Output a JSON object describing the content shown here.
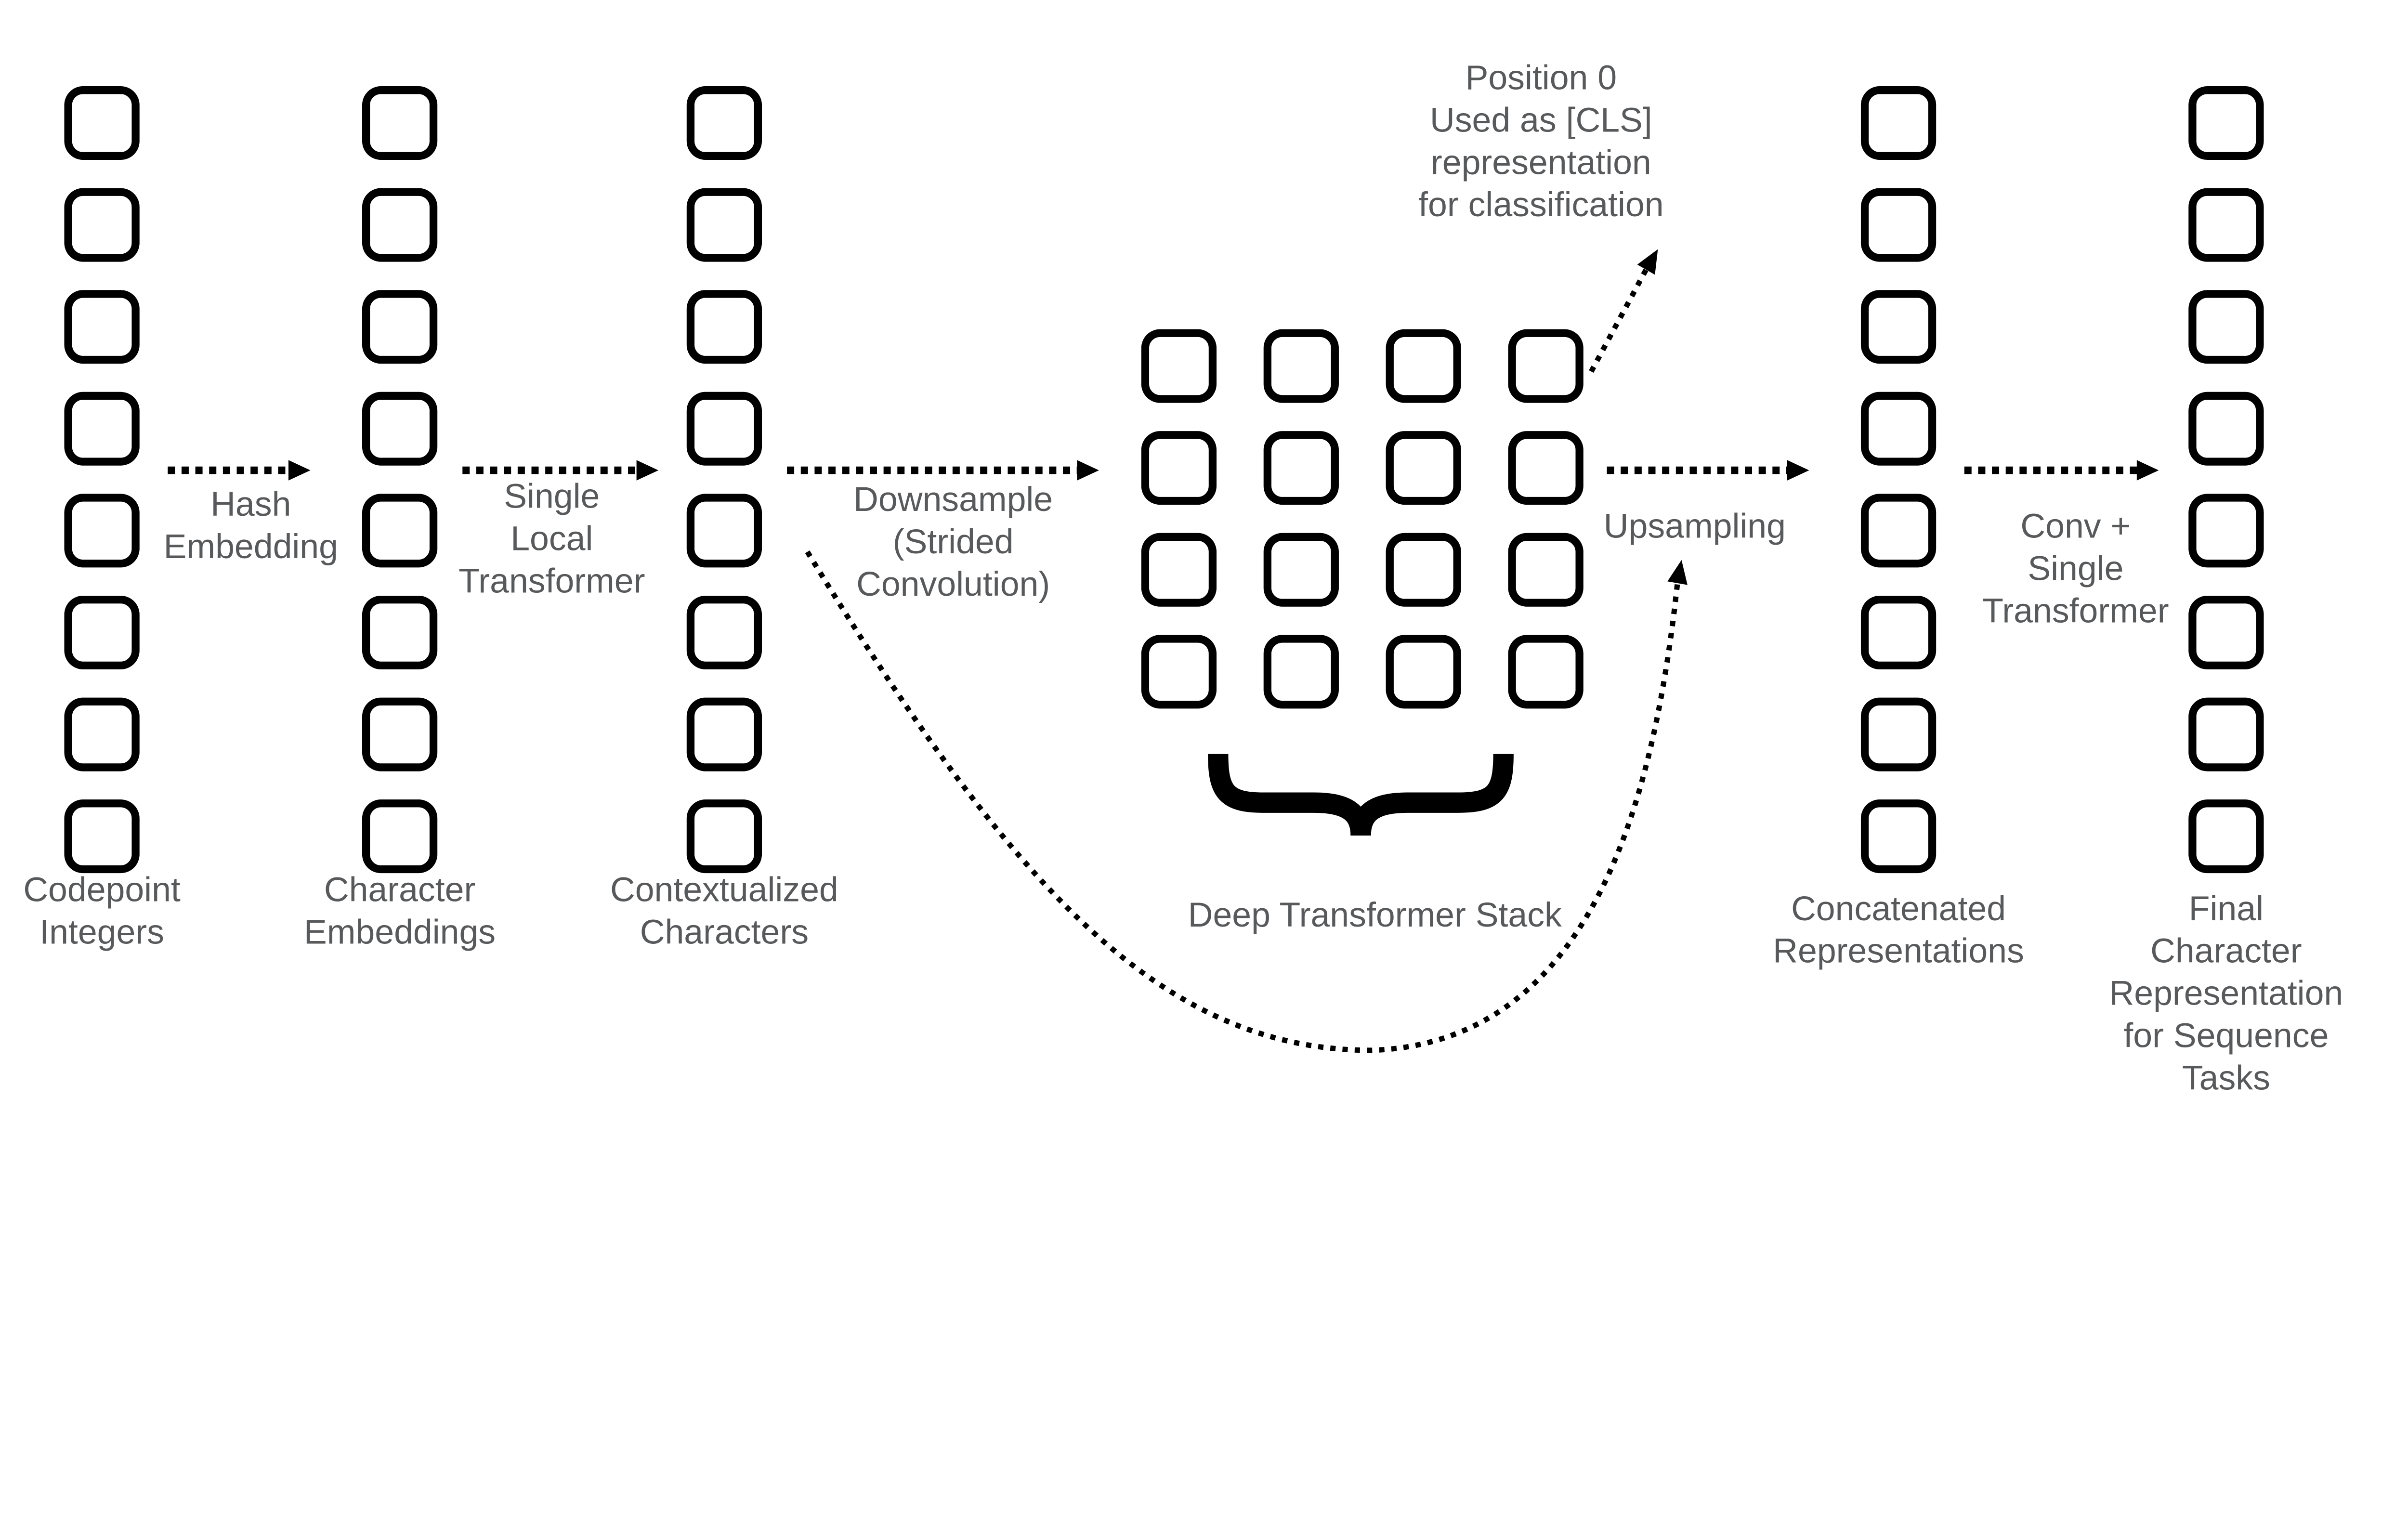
{
  "colors": {
    "background": "#ffffff",
    "text_gray": "#58595b",
    "line_black": "#000000"
  },
  "columns": [
    {
      "id": "codepoint-integers",
      "box_count": 8,
      "label_lines": [
        "Codepoint",
        "Integers"
      ]
    },
    {
      "id": "character-embeddings",
      "box_count": 8,
      "label_lines": [
        "Character",
        "Embeddings"
      ]
    },
    {
      "id": "contextualized-characters",
      "box_count": 8,
      "label_lines": [
        "Contextualized",
        "Characters"
      ]
    },
    {
      "id": "concatenated-representations",
      "box_count": 8,
      "label_lines": [
        "Concatenated",
        "Representations"
      ]
    },
    {
      "id": "final-character-representation",
      "box_count": 8,
      "label_lines": [
        "Final",
        "Character",
        "Representation",
        "for Sequence Tasks"
      ]
    }
  ],
  "grid": {
    "rows": 4,
    "cols": 4,
    "label": "Deep Transformer Stack"
  },
  "arrows": [
    {
      "id": "hash-embedding",
      "label_lines": [
        "Hash",
        "Embedding"
      ]
    },
    {
      "id": "single-local-transformer",
      "label_lines": [
        "Single",
        "Local",
        "Transformer"
      ]
    },
    {
      "id": "downsample",
      "label_lines": [
        "Downsample",
        "(Strided",
        "Convolution)"
      ]
    },
    {
      "id": "upsampling",
      "label_lines": [
        "Upsampling"
      ]
    },
    {
      "id": "conv-single-transformer",
      "label_lines": [
        "Conv +",
        "Single",
        "Transformer"
      ]
    }
  ],
  "notes": {
    "cls_lines": [
      "Position 0",
      "Used as [CLS]",
      "representation",
      "for classification"
    ]
  }
}
